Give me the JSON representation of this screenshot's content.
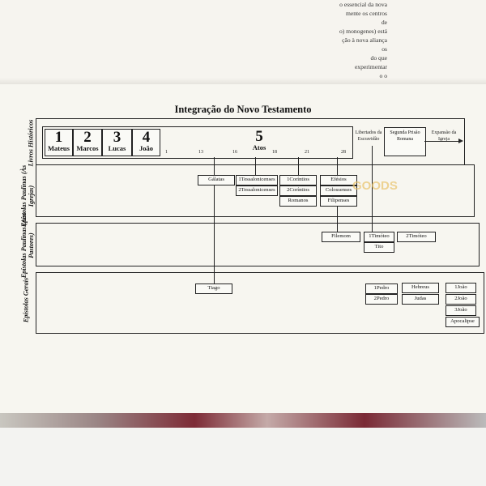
{
  "top_page": {
    "text_lines": [
      "o essencial da nova",
      "mente os centros de",
      "o) monogenes) está",
      "ção à nova aliança os",
      "do que experimentar",
      "o o"
    ]
  },
  "title": "Integração do Novo Testamento",
  "sections": {
    "historicos": "Livros Históricos",
    "paulinas_igrejas": "Epístolas Paulinas (Às Igrejas)",
    "paulinas_pastores": "Epístolas Paulinas (Aos Pastores)",
    "gerais": "Epístolas Gerais"
  },
  "gospels": [
    {
      "num": "1",
      "name": "Mateus"
    },
    {
      "num": "2",
      "name": "Marcos"
    },
    {
      "num": "3",
      "name": "Lucas"
    },
    {
      "num": "4",
      "name": "João"
    }
  ],
  "acts": {
    "num": "5",
    "name": "Atos"
  },
  "chapter_ticks": [
    "1",
    "13",
    "16",
    "18",
    "21",
    "28"
  ],
  "notes": {
    "libertados": "Libertados da Escravidão",
    "segunda_prisao": "Segunda Prisão Romana",
    "expansao": "Expansão da Igreja"
  },
  "church_epistles": {
    "galatas": "Gálatas",
    "tess1": "1Tessalonicenses",
    "tess2": "2Tessalonicenses",
    "cor1": "1Coríntios",
    "cor2": "2Coríntios",
    "romanos": "Romanos",
    "efesios": "Efésios",
    "colossenses": "Colossenses",
    "filipenses": "Filipenses"
  },
  "pastoral_epistles": {
    "filemom": "Filemom",
    "tim1": "1Timóteo",
    "tito": "Tito",
    "tim2": "2Timóteo"
  },
  "general_epistles": {
    "tiago": "Tiago",
    "pedro1": "1Pedro",
    "pedro2": "2Pedro",
    "hebreus": "Hebreus",
    "judas": "Judas",
    "joao1": "1João",
    "joao2": "2João",
    "joao3": "3João",
    "apocalipse": "Apocalipse"
  },
  "watermark": "GOODS",
  "colors": {
    "page": "#f7f6f0",
    "ink": "#222222",
    "cover": "#7d2b36",
    "watermark": "#e9c36b"
  }
}
